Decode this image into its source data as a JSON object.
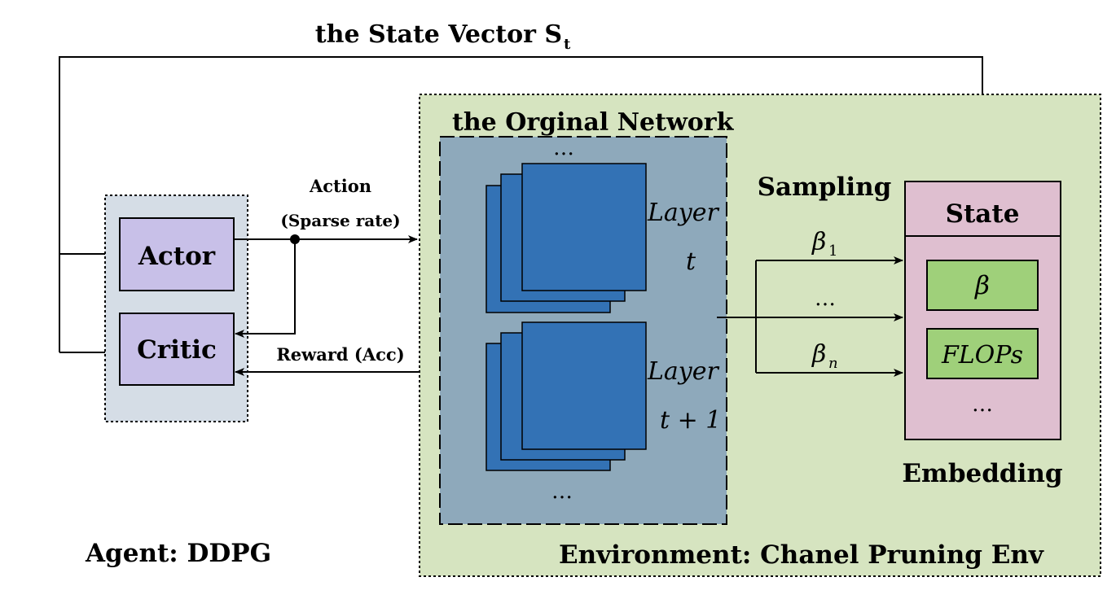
{
  "diagram": {
    "top_label": "the State Vector S",
    "top_label_sub": "t",
    "agent": {
      "actor": "Actor",
      "critic": "Critic",
      "caption": "Agent: DDPG"
    },
    "action": {
      "label": "Action",
      "sublabel": "(Sparse rate)"
    },
    "reward_label": "Reward (Acc)",
    "environment": {
      "network_title": "the Orginal Network",
      "layer_word": "Layer",
      "layer1_index": "t",
      "layer2_index": "t + 1",
      "ellipsis": "…",
      "caption": "Environment: Chanel Pruning Env"
    },
    "sampling": {
      "label": "Sampling",
      "beta_symbol": "β",
      "beta1_sub": "1",
      "betan_sub": "n",
      "ellipsis": "…"
    },
    "state": {
      "header": "State",
      "beta": "β",
      "flops": "FLOPs",
      "ellipsis": "…",
      "caption": "Embedding"
    },
    "colors": {
      "agent_bg": "#d5dde6",
      "agent_box": "#c8c0e8",
      "env_bg": "#d6e4c0",
      "network_bg": "#8ea9bb",
      "layer_fill": "#3372b5",
      "state_bg": "#dfbfd0",
      "state_item": "#9fd07a"
    }
  }
}
